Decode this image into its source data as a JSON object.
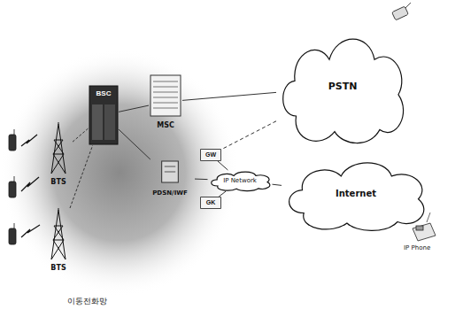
{
  "diagram": {
    "nodes": [
      {
        "text": [
          "PSTN"
        ]
      },
      {
        "text": [
          "BSC"
        ]
      },
      {
        "text": [
          "MSC"
        ]
      },
      {
        "text": [
          "BTS"
        ]
      },
      {
        "text": [
          "BTS"
        ]
      },
      {
        "text": [
          "GW"
        ]
      },
      {
        "text": [
          "IP Network"
        ]
      },
      {
        "text": [
          "PDSN/IWF"
        ]
      },
      {
        "text": [
          "GK"
        ]
      },
      {
        "text": [
          "Internet"
        ]
      }
    ],
    "edges": [
      {
        "from": 3,
        "to": 1,
        "arrow": "none"
      },
      {
        "from": 4,
        "to": 1,
        "arrow": "none"
      },
      {
        "from": 1,
        "to": 2,
        "arrow": "none"
      },
      {
        "from": 2,
        "to": 0,
        "arrow": "none"
      },
      {
        "from": 1,
        "to": 7,
        "arrow": "none"
      },
      {
        "from": 7,
        "to": 6,
        "arrow": "none"
      },
      {
        "from": 5,
        "to": 6,
        "arrow": "none"
      },
      {
        "from": 8,
        "to": 6,
        "arrow": "none"
      },
      {
        "from": 6,
        "to": 9,
        "arrow": "none"
      },
      {
        "from": 0,
        "to": 5,
        "arrow": "none"
      }
    ],
    "labels": [
      "IP Phone",
      "이동전화망"
    ]
  }
}
